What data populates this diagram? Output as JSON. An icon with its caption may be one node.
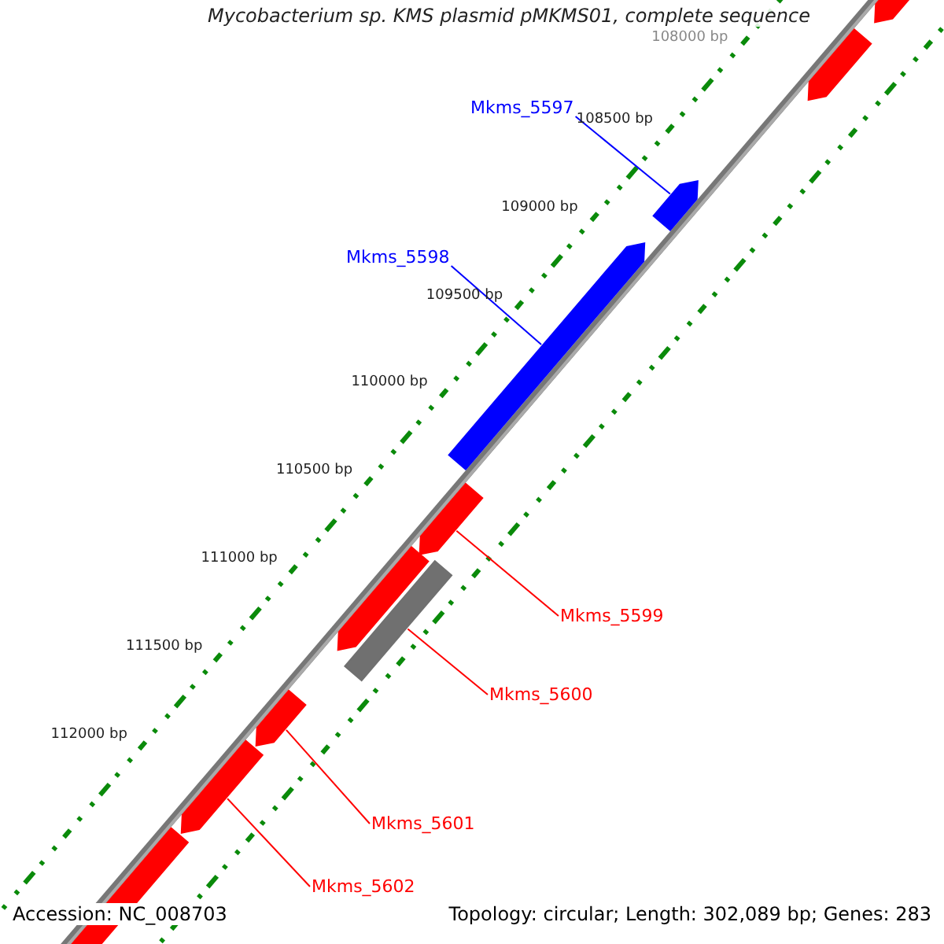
{
  "diagram": {
    "title": "Mycobacterium sp. KMS plasmid pMKMS01, complete sequence",
    "nodes": [
      {
        "text": [],
        "shape": "bar"
      },
      {
        "text": [],
        "shape": "bar"
      },
      {
        "text": [
          "Mkms_5597"
        ]
      },
      {
        "text": [],
        "shape": "bar"
      },
      {
        "text": [
          "Mkms_5598"
        ]
      },
      {
        "text": [],
        "shape": "bar"
      },
      {
        "text": [],
        "shape": "bar"
      },
      {
        "text": [],
        "shape": "bar"
      },
      {
        "text": [],
        "shape": "bar"
      },
      {
        "text": [
          "Mkms_5599"
        ]
      },
      {
        "text": [
          "Mkms_5600"
        ]
      },
      {
        "text": [],
        "shape": "bar"
      },
      {
        "text": [],
        "shape": "bar"
      },
      {
        "text": [],
        "shape": "bar"
      },
      {
        "text": [
          "Mkms_5601"
        ]
      },
      {
        "text": [
          "Mkms_5602"
        ]
      }
    ],
    "edges": [
      {
        "from": 2,
        "to": 3,
        "arrow": "none",
        "color": "#0000ff"
      },
      {
        "from": 4,
        "to": 5,
        "arrow": "none",
        "color": "#0000ff"
      },
      {
        "from": 9,
        "to": 6,
        "arrow": "none"
      },
      {
        "from": 10,
        "to": 8,
        "arrow": "none"
      },
      {
        "from": 14,
        "to": 11,
        "arrow": "none"
      },
      {
        "from": 15,
        "to": 12,
        "arrow": "none"
      }
    ],
    "labels": [
      "108000 bp",
      "108500 bp",
      "109000 bp",
      "109500 bp",
      "110000 bp",
      "110500 bp",
      "111000 bp",
      "111500 bp",
      "112000 bp",
      "Accession: NC_008703",
      "Topology: circular; Length: 302,089 bp; Genes: 283"
    ]
  }
}
